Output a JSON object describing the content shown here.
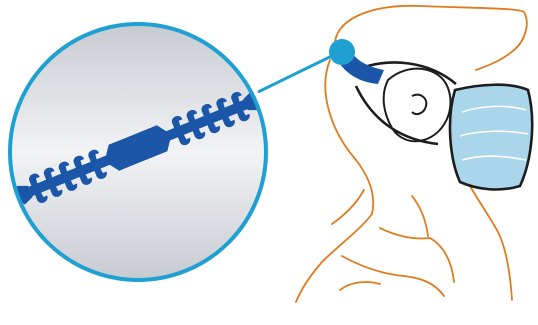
{
  "illustration": {
    "kind": "mask-ear-saver-illustration",
    "elements": [
      "head-outline",
      "surgical-mask",
      "ear-saver-strap",
      "magnified-inset",
      "connector-line"
    ]
  },
  "colors": {
    "head_outline": "#e07b1e",
    "mask_fill": "#a9d6ea",
    "mask_outline": "#1d1d1d",
    "mask_pleat": "#ffffff",
    "strap_blue": "#1b56a8",
    "strap_dark": "#103b7a",
    "inset_ring": "#1fa0d3",
    "inset_bg_light": "#f2f3f5",
    "inset_bg_dark": "#c7cbd1",
    "ear_outline": "#1d1d1d"
  }
}
